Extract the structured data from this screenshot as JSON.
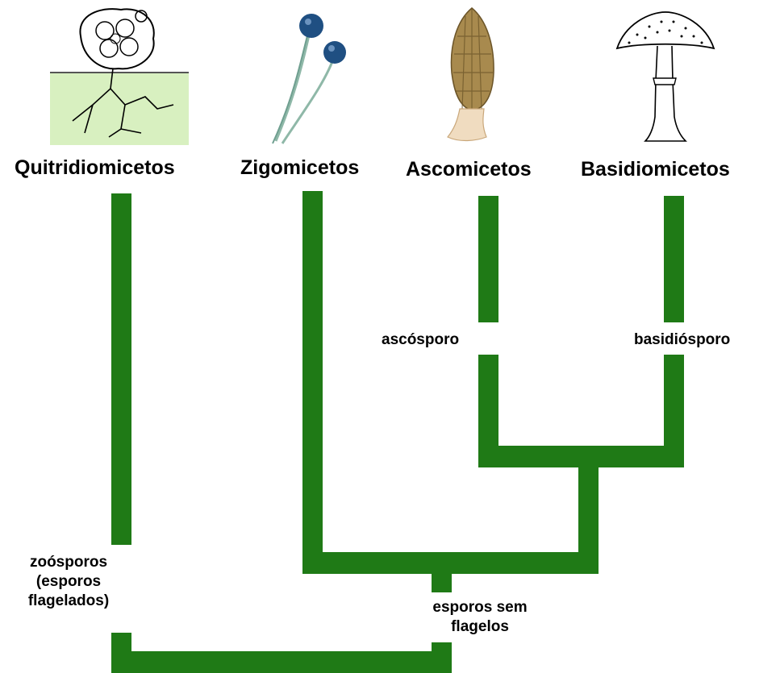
{
  "taxa": [
    {
      "label": "Quitridiomicetos",
      "illustration": "chytrid-fungus"
    },
    {
      "label": "Zigomicetos",
      "illustration": "zygomycete-sporangia"
    },
    {
      "label": "Ascomicetos",
      "illustration": "morel-mushroom"
    },
    {
      "label": "Basidiomicetos",
      "illustration": "parasol-mushroom"
    }
  ],
  "traits": {
    "flagellated_spores": [
      "zoósporos",
      "(esporos",
      "flagelados)"
    ],
    "spores_without_flagella": [
      "esporos sem",
      "flagelos"
    ],
    "ascospore": "ascósporo",
    "basidiospore": "basidiósporo"
  },
  "colors": {
    "branch": "#1f7a16",
    "chytrid_background": "#d8f0c0",
    "sporangium": "#1f4f82",
    "morel_cap": "#a88a4e",
    "morel_stem": "#f0dcc0"
  }
}
